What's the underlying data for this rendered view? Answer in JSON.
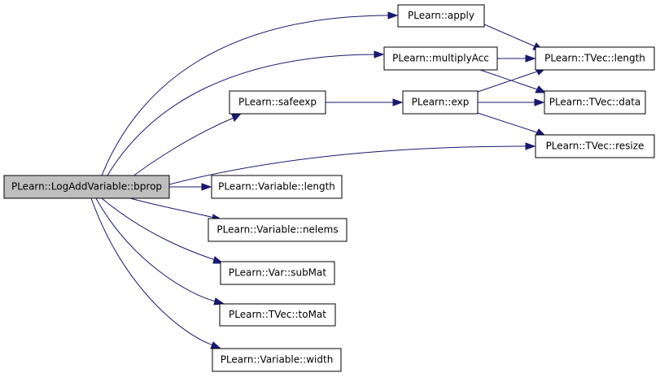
{
  "diagram": {
    "type": "call-graph",
    "colors": {
      "edge": "#191970",
      "root_fill": "#bfbfbf",
      "node_fill": "#ffffff",
      "node_border": "#000000"
    },
    "nodes": {
      "bprop": "PLearn::LogAddVariable::bprop",
      "apply": "PLearn::apply",
      "multiplyAcc": "PLearn::multiplyAcc",
      "safeexp": "PLearn::safeexp",
      "exp": "PLearn::exp",
      "tvec_length": "PLearn::TVec::length",
      "tvec_data": "PLearn::TVec::data",
      "tvec_resize": "PLearn::TVec::resize",
      "variable_length": "PLearn::Variable::length",
      "variable_nelems": "PLearn::Variable::nelems",
      "var_subMat": "PLearn::Var::subMat",
      "tvec_toMat": "PLearn::TVec::toMat",
      "variable_width": "PLearn::Variable::width"
    },
    "edges": [
      [
        "bprop",
        "apply"
      ],
      [
        "bprop",
        "multiplyAcc"
      ],
      [
        "bprop",
        "safeexp"
      ],
      [
        "bprop",
        "tvec_resize"
      ],
      [
        "bprop",
        "variable_length"
      ],
      [
        "bprop",
        "variable_nelems"
      ],
      [
        "bprop",
        "var_subMat"
      ],
      [
        "bprop",
        "tvec_toMat"
      ],
      [
        "bprop",
        "variable_width"
      ],
      [
        "apply",
        "tvec_length"
      ],
      [
        "multiplyAcc",
        "tvec_length"
      ],
      [
        "multiplyAcc",
        "tvec_data"
      ],
      [
        "safeexp",
        "exp"
      ],
      [
        "exp",
        "tvec_length"
      ],
      [
        "exp",
        "tvec_data"
      ],
      [
        "exp",
        "tvec_resize"
      ]
    ]
  }
}
